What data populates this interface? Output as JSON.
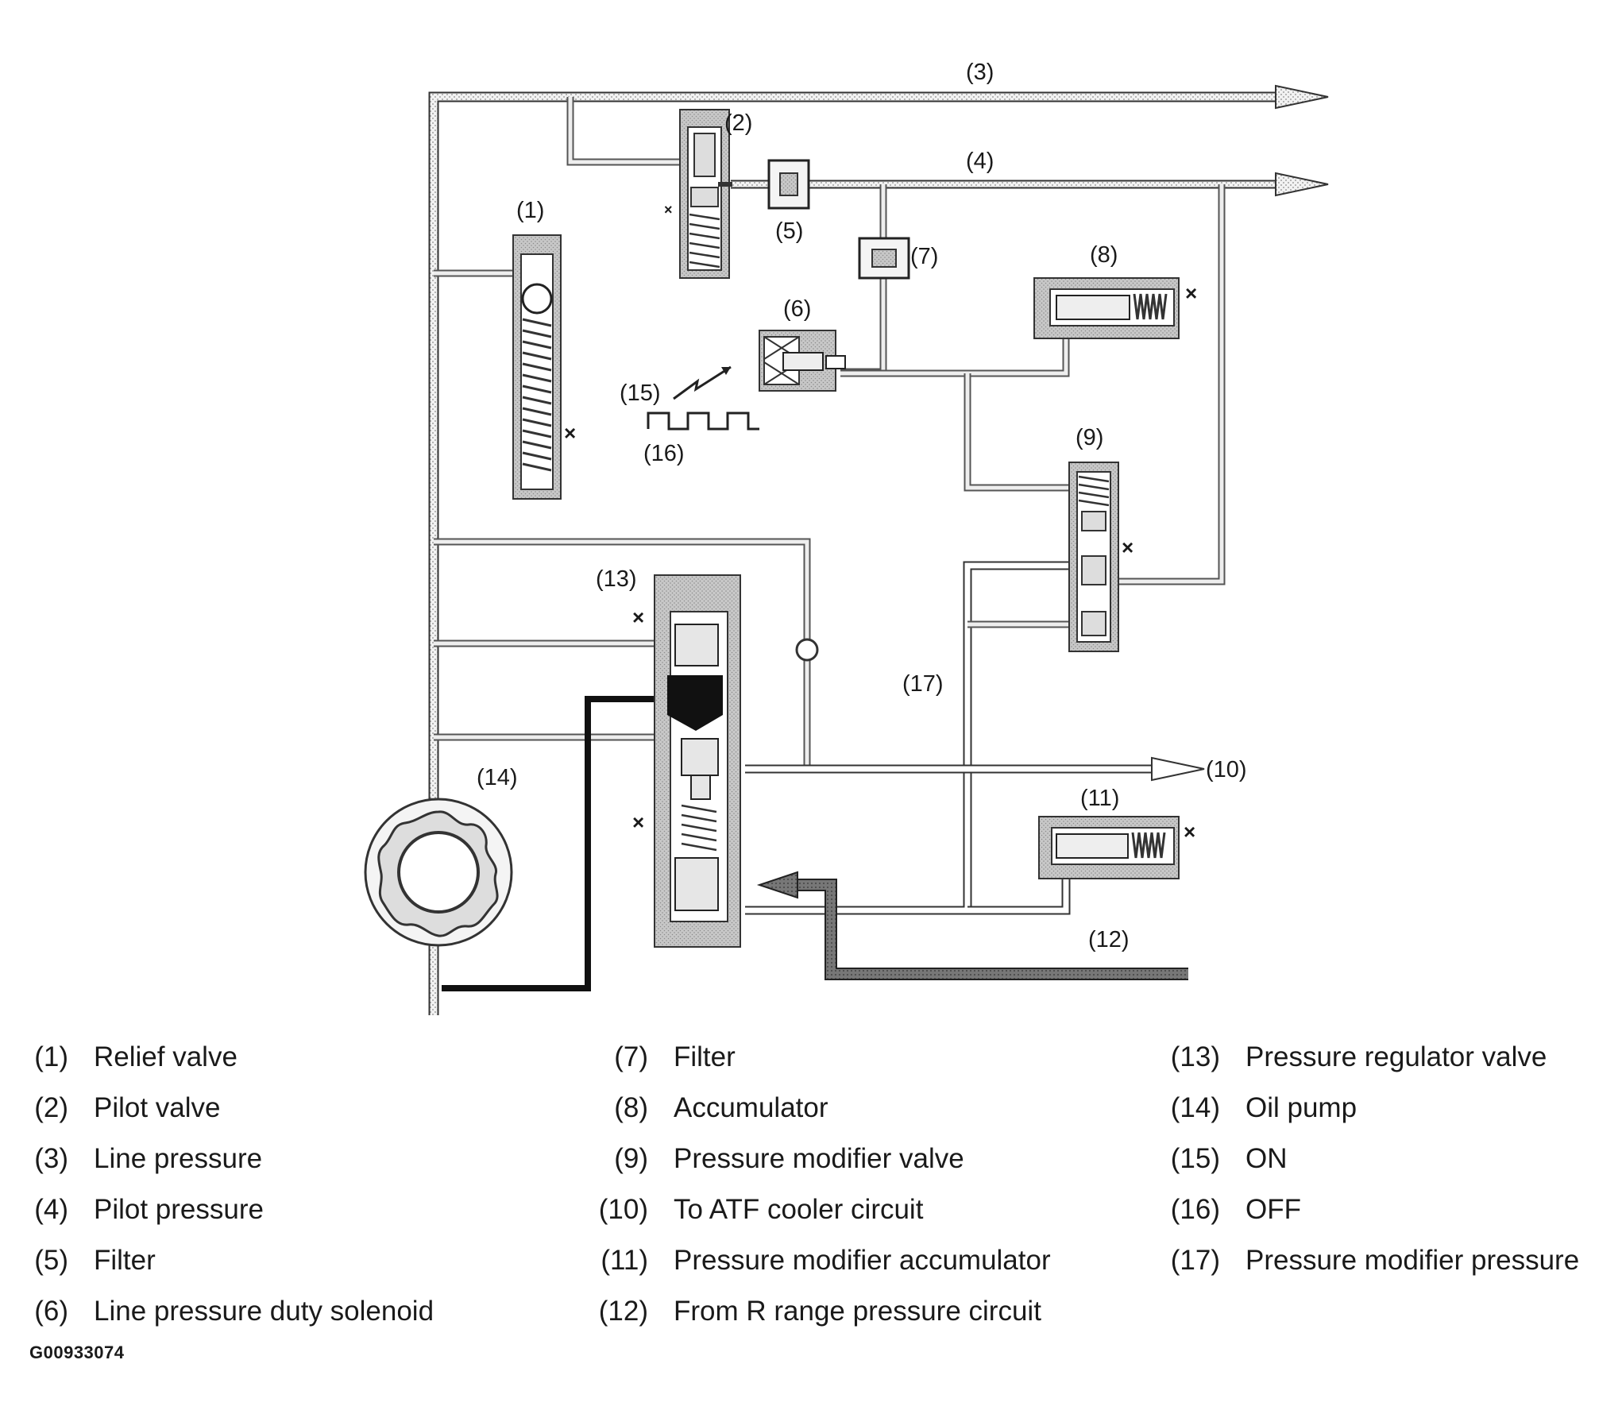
{
  "diagram": {
    "callouts": {
      "c1": "(1)",
      "c2": "(2)",
      "c3": "(3)",
      "c4": "(4)",
      "c5": "(5)",
      "c6": "(6)",
      "c7": "(7)",
      "c8": "(8)",
      "c9": "(9)",
      "c10": "(10)",
      "c11": "(11)",
      "c12": "(12)",
      "c13": "(13)",
      "c14": "(14)",
      "c15": "(15)",
      "c16": "(16)",
      "c17": "(17)"
    },
    "drain_mark": "×"
  },
  "legend": {
    "col1": [
      {
        "num": "(1)",
        "label": "Relief valve"
      },
      {
        "num": "(2)",
        "label": "Pilot valve"
      },
      {
        "num": "(3)",
        "label": "Line pressure"
      },
      {
        "num": "(4)",
        "label": "Pilot pressure"
      },
      {
        "num": "(5)",
        "label": "Filter"
      },
      {
        "num": "(6)",
        "label": "Line pressure duty solenoid"
      }
    ],
    "col2": [
      {
        "num": "(7)",
        "label": "Filter"
      },
      {
        "num": "(8)",
        "label": "Accumulator"
      },
      {
        "num": "(9)",
        "label": "Pressure modifier valve"
      },
      {
        "num": "(10)",
        "label": "To ATF cooler circuit"
      },
      {
        "num": "(11)",
        "label": "Pressure modifier accumulator"
      },
      {
        "num": "(12)",
        "label": "From R range pressure circuit"
      }
    ],
    "col3": [
      {
        "num": "(13)",
        "label": "Pressure regulator valve"
      },
      {
        "num": "(14)",
        "label": "Oil pump"
      },
      {
        "num": "(15)",
        "label": "ON"
      },
      {
        "num": "(16)",
        "label": "OFF"
      },
      {
        "num": "(17)",
        "label": "Pressure modifier pressure"
      }
    ]
  },
  "figure_id": "G00933074"
}
